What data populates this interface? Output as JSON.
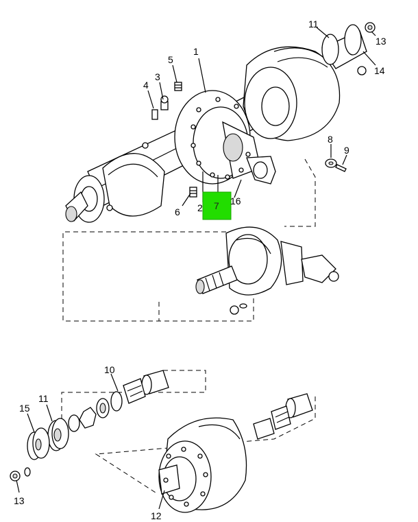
{
  "callouts": {
    "c1": "1",
    "c2": "2",
    "c3": "3",
    "c4": "4",
    "c5": "5",
    "c6": "6",
    "c7": "7",
    "c8": "8",
    "c9": "9",
    "c10": "10",
    "c11a": "11",
    "c11b": "11",
    "c12": "12",
    "c13a": "13",
    "c13b": "13",
    "c14": "14",
    "c15": "15",
    "c16": "16"
  },
  "colors": {
    "highlight": "#22dd00",
    "line": "#000000"
  }
}
